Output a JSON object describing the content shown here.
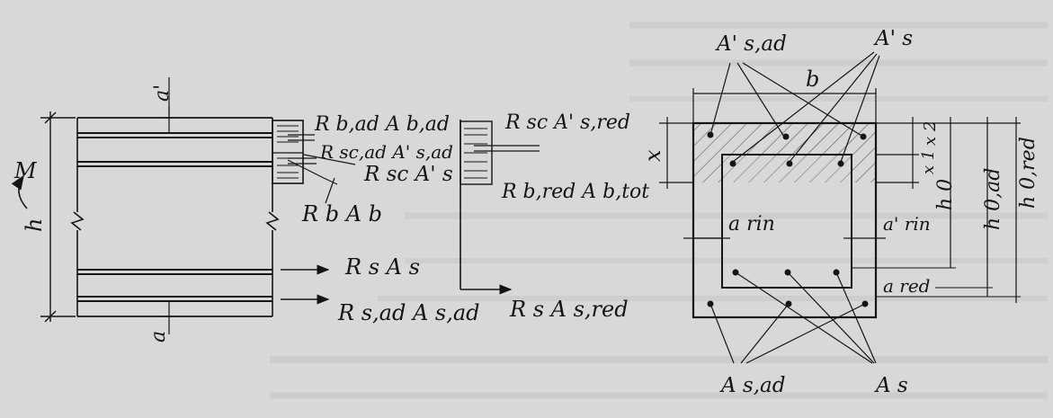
{
  "left": {
    "moment": "M",
    "height": "h",
    "top_cover": "a'",
    "bottom_cover": "a",
    "f_conc_ad": "R b,ad A b,ad",
    "f_comp_ad": "R sc,ad A' s,ad",
    "f_comp": "R sc A' s",
    "f_conc": "R b A b",
    "f_tens": "R s A s",
    "f_tens_ad": "R s,ad A s,ad"
  },
  "middle": {
    "f_comp_red": "R sc A' s,red",
    "f_conc_red": "R b,red A b,tot",
    "f_tens_red": "R s A s,red"
  },
  "right": {
    "top_ad": "A' s,ad",
    "top": "A' s",
    "width": "b",
    "x": "x",
    "x1": "x 1",
    "x2": "x 2",
    "h0": "h 0",
    "h0_ad": "h 0,ad",
    "h0_red": "h 0,red",
    "a_rin": "a rin",
    "a_rin_p": "a' rin",
    "a_red": "a red",
    "bot_ad": "A s,ad",
    "bot": "A s"
  }
}
